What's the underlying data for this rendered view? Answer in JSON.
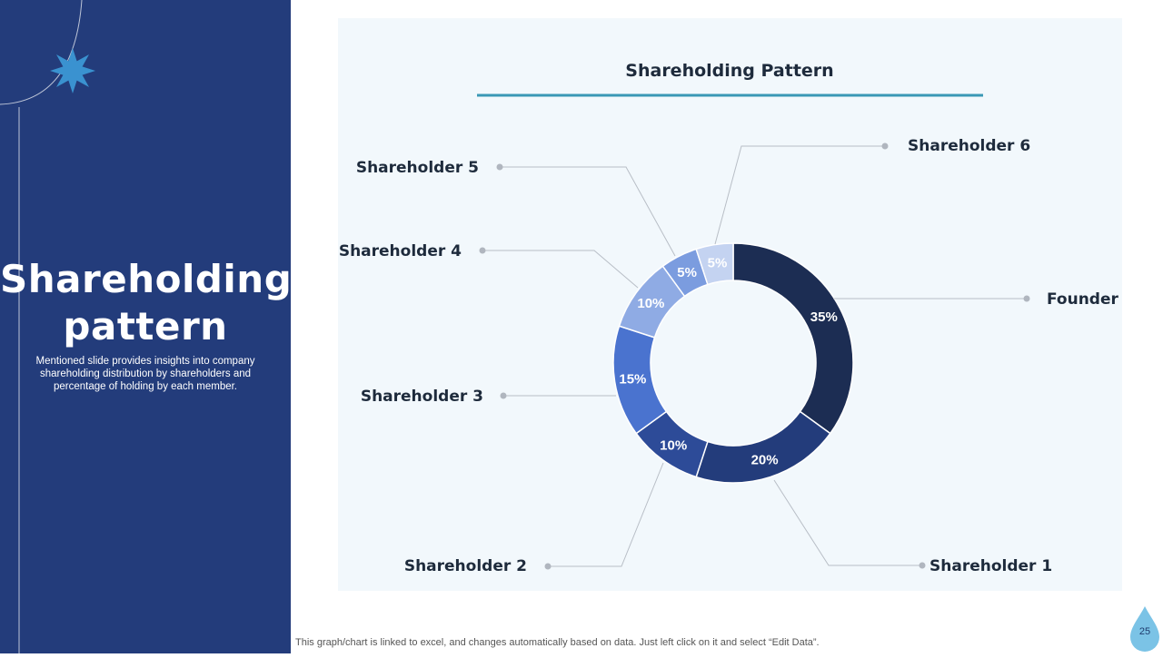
{
  "slide": {
    "title_line1": "Shareholding",
    "title_line2": "pattern",
    "description": "Mentioned slide provides insights into company shareholding distribution by shareholders and percentage of holding by each member.",
    "footer_note": "This graph/chart is linked to excel,  and changes automatically based on data. Just left click on it and select “Edit Data”.",
    "page_number": "25"
  },
  "colors": {
    "panel": "#233c7b",
    "card": "#f2f8fc",
    "title_underline": "#3a98b5",
    "leader_line": "#b8bec6"
  },
  "chart_data": {
    "type": "pie",
    "title": "Shareholding Pattern",
    "donut": true,
    "categories": [
      "Founder",
      "Shareholder 1",
      "Shareholder 2",
      "Shareholder 3",
      "Shareholder 4",
      "Shareholder 5",
      "Shareholder 6"
    ],
    "values": [
      35,
      20,
      10,
      15,
      10,
      5,
      5
    ],
    "labels": [
      "35%",
      "20%",
      "10%",
      "15%",
      "10%",
      "5%",
      "5%"
    ],
    "colors": [
      "#1c2d53",
      "#233c7b",
      "#2d4b98",
      "#4a73cf",
      "#8fabe4",
      "#7b9cdf",
      "#c4d3f1"
    ]
  }
}
